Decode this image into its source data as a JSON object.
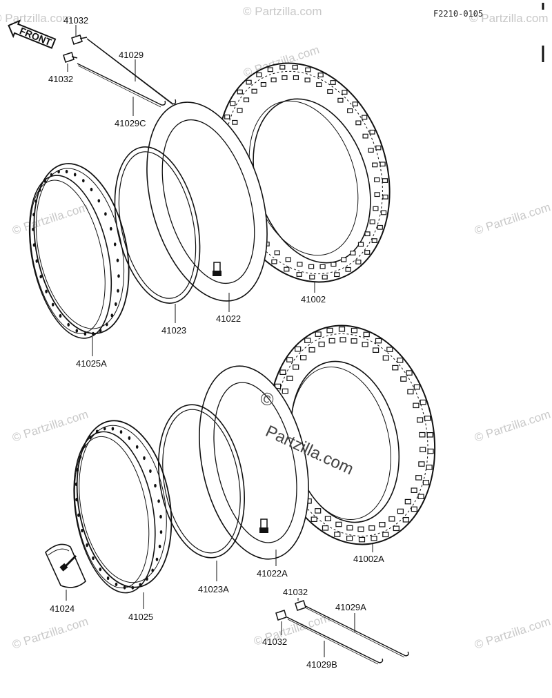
{
  "figure_code": "F2210-0105",
  "front_label": "FRONT",
  "watermark": {
    "small": "© Partzilla.com",
    "center_symbol": "©",
    "center_text": "Partzilla.com"
  },
  "parts": {
    "p41032_top": "41032",
    "p41029": "41029",
    "p41032_mid": "41032",
    "p41029C": "41029C",
    "p41002": "41002",
    "p41022": "41022",
    "p41023": "41023",
    "p41025A": "41025A",
    "p41002A": "41002A",
    "p41022A": "41022A",
    "p41023A": "41023A",
    "p41024": "41024",
    "p41025": "41025",
    "p41032_low": "41032",
    "p41029A": "41029A",
    "p41032_bot": "41032",
    "p41029B": "41029B"
  }
}
